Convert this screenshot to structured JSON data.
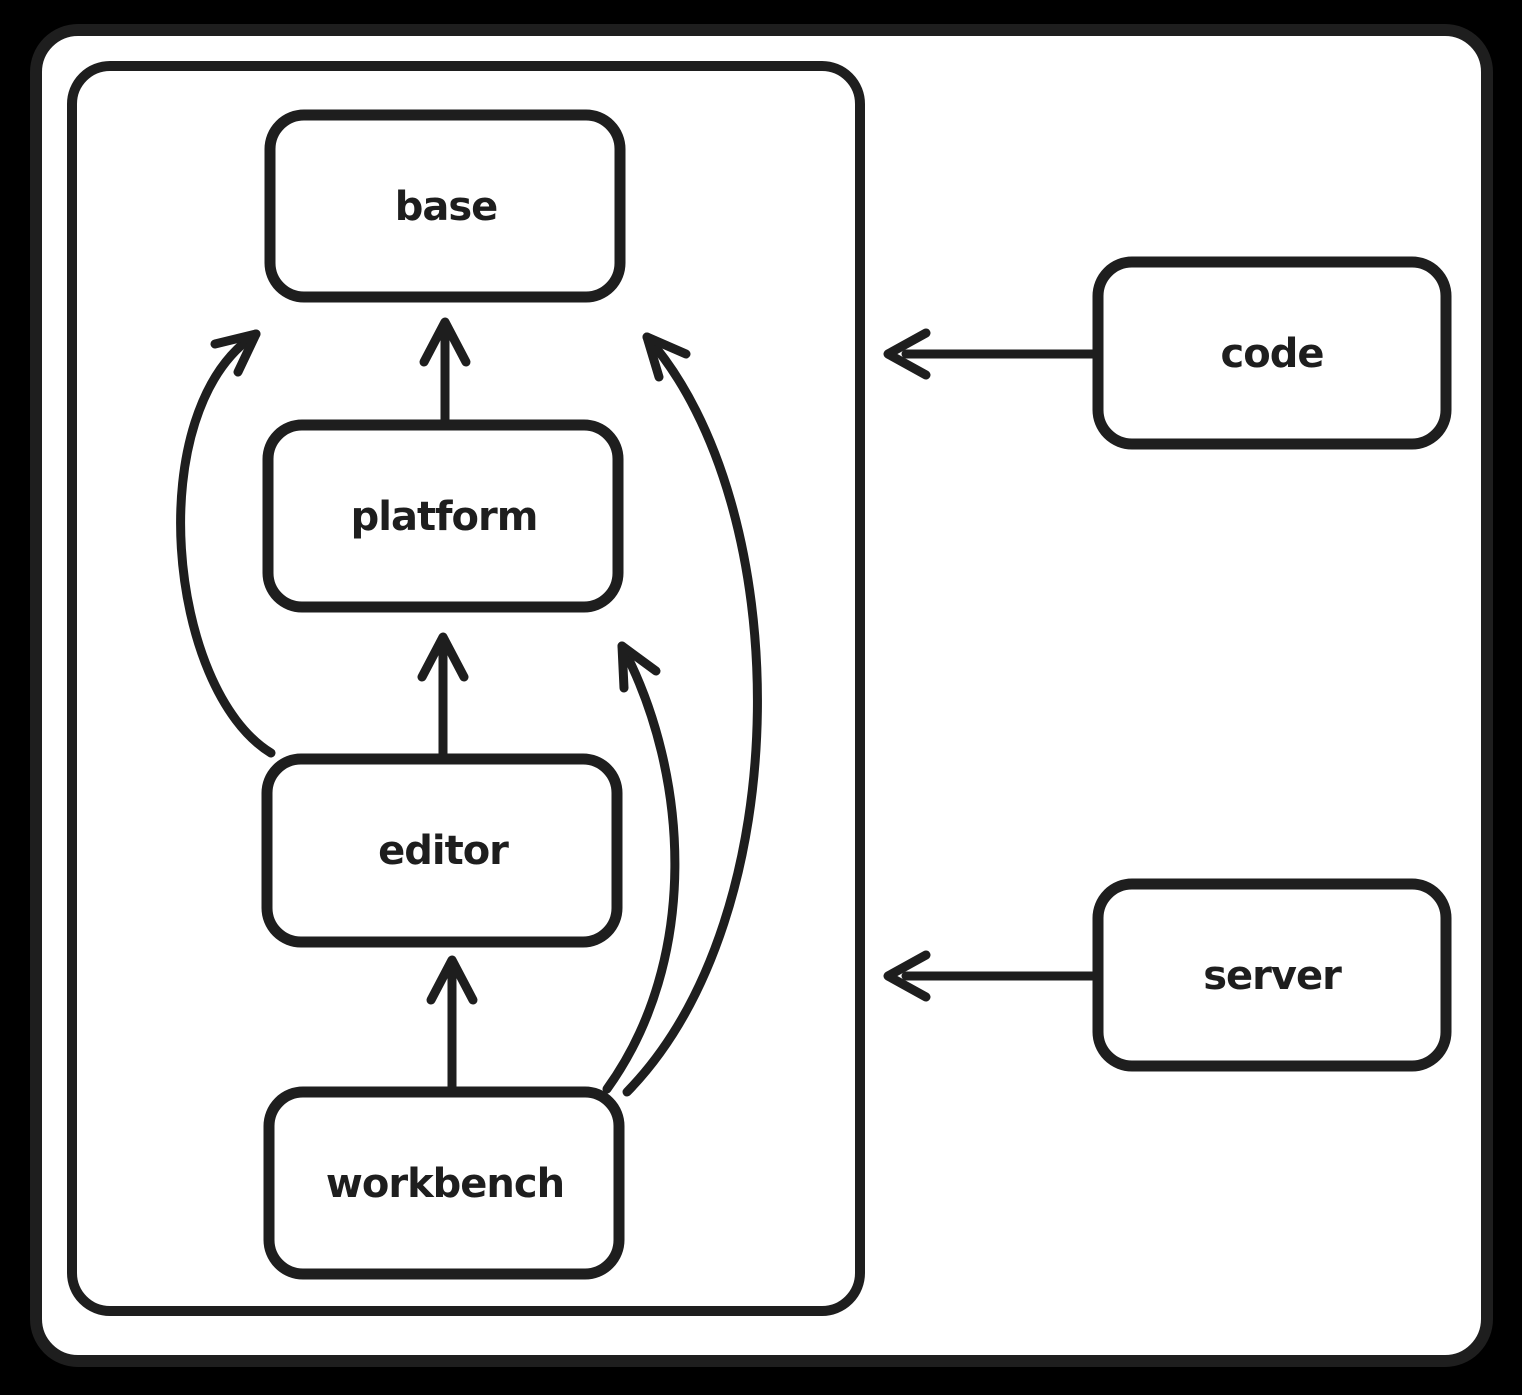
{
  "diagram": {
    "type": "dependency-graph",
    "colors": {
      "background": "#000000",
      "paper": "#ffffff",
      "ink": "#1e1e1e"
    },
    "nodes": {
      "base": {
        "label": "base"
      },
      "platform": {
        "label": "platform"
      },
      "editor": {
        "label": "editor"
      },
      "workbench": {
        "label": "workbench"
      },
      "code": {
        "label": "code"
      },
      "server": {
        "label": "server"
      }
    },
    "group": {
      "members": [
        "base",
        "platform",
        "editor",
        "workbench"
      ]
    },
    "edges": [
      {
        "from": "platform",
        "to": "base",
        "style": "straight"
      },
      {
        "from": "editor",
        "to": "platform",
        "style": "straight"
      },
      {
        "from": "editor",
        "to": "base",
        "style": "curved-left"
      },
      {
        "from": "workbench",
        "to": "editor",
        "style": "straight"
      },
      {
        "from": "workbench",
        "to": "platform",
        "style": "curved-right"
      },
      {
        "from": "workbench",
        "to": "base",
        "style": "curved-right-outer"
      },
      {
        "from": "code",
        "to": "group",
        "style": "straight"
      },
      {
        "from": "server",
        "to": "group",
        "style": "straight"
      }
    ]
  }
}
